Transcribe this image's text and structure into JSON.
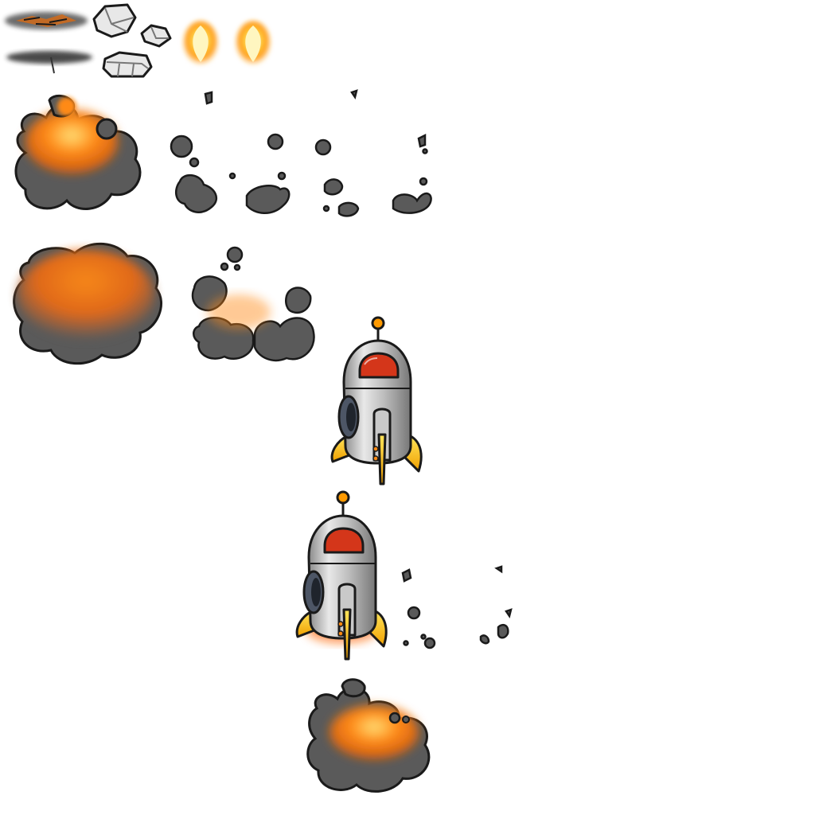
{
  "sprite_sheet": {
    "background": "#ffffff",
    "colors": {
      "outline": "#1a1a1a",
      "metal_light": "#e6e6e6",
      "metal_mid": "#b3b3b3",
      "metal_dark": "#7d7d7d",
      "window_red": "#d4361a",
      "window_dark": "#8a1c0c",
      "fin_yellow": "#ffcc1a",
      "fin_orange": "#f08a00",
      "antenna_orange": "#ff9a00",
      "porthole": "#4d5666",
      "porthole_dark": "#1f242c",
      "smoke": "#5a5a5a",
      "smoke_light": "#7a7a7a",
      "fire_orange": "#ff8a14",
      "fire_yellow": "#ffd03a",
      "rock_fill": "#e8e8e8",
      "scorch": "#3a3a3a"
    },
    "sprites": [
      {
        "name": "scorch-mark",
        "icon": "scorch-icon"
      },
      {
        "name": "ground-shadow",
        "icon": "shadow-icon"
      },
      {
        "name": "rock-debris-large",
        "icon": "rock-icon"
      },
      {
        "name": "rock-debris-small",
        "icon": "rock-icon"
      },
      {
        "name": "rock-debris-flat",
        "icon": "rock-icon"
      },
      {
        "name": "thruster-flame-1",
        "icon": "flame-icon"
      },
      {
        "name": "thruster-flame-2",
        "icon": "flame-icon"
      },
      {
        "name": "explosion-burst",
        "icon": "explosion-icon"
      },
      {
        "name": "smoke-dissipate-frames",
        "icon": "smoke-icon"
      },
      {
        "name": "fireball-cloud",
        "icon": "fireball-icon"
      },
      {
        "name": "smoke-ring",
        "icon": "smoke-icon"
      },
      {
        "name": "rocket-idle",
        "icon": "rocket-icon"
      },
      {
        "name": "rocket-launch",
        "icon": "rocket-icon"
      },
      {
        "name": "launch-smoke-puffs",
        "icon": "smoke-icon"
      },
      {
        "name": "ground-explosion",
        "icon": "explosion-icon"
      }
    ]
  }
}
